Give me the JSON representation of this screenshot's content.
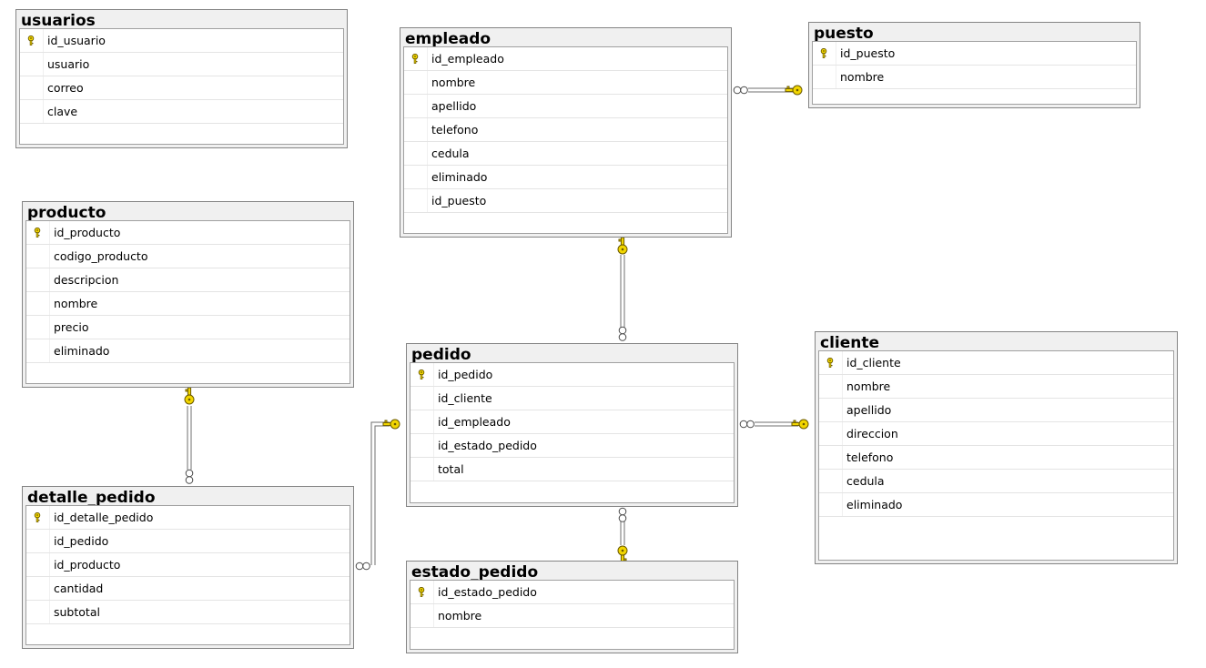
{
  "tables": {
    "usuarios": {
      "title": "usuarios",
      "columns": [
        "id_usuario",
        "usuario",
        "correo",
        "clave"
      ],
      "key": "id_usuario"
    },
    "empleado": {
      "title": "empleado",
      "columns": [
        "id_empleado",
        "nombre",
        "apellido",
        "telefono",
        "cedula",
        "eliminado",
        "id_puesto"
      ],
      "key": "id_empleado"
    },
    "puesto": {
      "title": "puesto",
      "columns": [
        "id_puesto",
        "nombre"
      ],
      "key": "id_puesto"
    },
    "producto": {
      "title": "producto",
      "columns": [
        "id_producto",
        "codigo_producto",
        "descripcion",
        "nombre",
        "precio",
        "eliminado"
      ],
      "key": "id_producto"
    },
    "pedido": {
      "title": "pedido",
      "columns": [
        "id_pedido",
        "id_cliente",
        "id_empleado",
        "id_estado_pedido",
        "total"
      ],
      "key": "id_pedido"
    },
    "cliente": {
      "title": "cliente",
      "columns": [
        "id_cliente",
        "nombre",
        "apellido",
        "direccion",
        "telefono",
        "cedula",
        "eliminado"
      ],
      "key": "id_cliente"
    },
    "detalle_pedido": {
      "title": "detalle_pedido",
      "columns": [
        "id_detalle_pedido",
        "id_pedido",
        "id_producto",
        "cantidad",
        "subtotal"
      ],
      "key": "id_detalle_pedido"
    },
    "estado_pedido": {
      "title": "estado_pedido",
      "columns": [
        "id_estado_pedido",
        "nombre"
      ],
      "key": "id_estado_pedido"
    }
  },
  "relationships": [
    {
      "from": "empleado",
      "to": "puesto",
      "many_side": "empleado",
      "one_side": "puesto"
    },
    {
      "from": "pedido",
      "to": "empleado",
      "many_side": "pedido",
      "one_side": "empleado"
    },
    {
      "from": "pedido",
      "to": "cliente",
      "many_side": "pedido",
      "one_side": "cliente"
    },
    {
      "from": "pedido",
      "to": "estado_pedido",
      "many_side": "pedido",
      "one_side": "estado_pedido"
    },
    {
      "from": "detalle_pedido",
      "to": "pedido",
      "many_side": "detalle_pedido",
      "one_side": "pedido"
    },
    {
      "from": "detalle_pedido",
      "to": "producto",
      "many_side": "detalle_pedido",
      "one_side": "producto"
    }
  ],
  "colors": {
    "key_gold": "#f2d600",
    "key_outline": "#6b5a00",
    "line": "#6f6f6f",
    "border": "#848484"
  }
}
